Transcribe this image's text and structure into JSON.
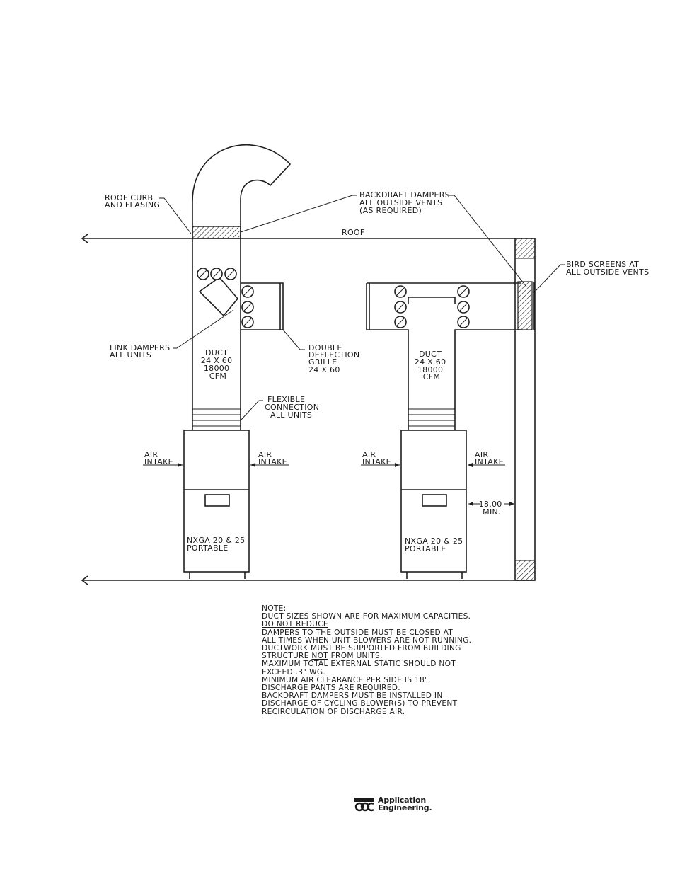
{
  "labels": {
    "roof_curb_1": "ROOF CURB",
    "roof_curb_2": "AND FLASING",
    "backdraft_1": "BACKDRAFT DAMPERS",
    "backdraft_2": "ALL OUTSIDE VENTS",
    "backdraft_3": "(AS REQUIRED)",
    "roof": "ROOF",
    "bird_1": "BIRD SCREENS AT",
    "bird_2": "ALL OUTSIDE VENTS",
    "link_1": "LINK DAMPERS",
    "link_2": "ALL UNITS",
    "duct_left_1": "DUCT",
    "duct_left_2": "24 X 60",
    "duct_left_3": "18000",
    "duct_left_4": "CFM",
    "grille_1": "DOUBLE",
    "grille_2": "DEFLECTION",
    "grille_3": "GRILLE",
    "grille_4": "24 X 60",
    "duct_right_1": "DUCT",
    "duct_right_2": "24 X 60",
    "duct_right_3": "18000",
    "duct_right_4": "CFM",
    "flex_1": "FLEXIBLE",
    "flex_2": "CONNECTION",
    "flex_3": "ALL UNITS",
    "air_1": "AIR",
    "intake_1": "INTAKE",
    "air_2": "AIR",
    "intake_2": "INTAKE",
    "air_3": "AIR",
    "intake_3": "INTAKE",
    "air_4": "AIR",
    "intake_4": "INTAKE",
    "clearance_1": "18.00",
    "clearance_2": "MIN.",
    "unit_left_1": "NXGA 20 & 25",
    "unit_left_2": "PORTABLE",
    "unit_right_1": "NXGA 20 & 25",
    "unit_right_2": "PORTABLE"
  },
  "notes": {
    "heading": "NOTE:",
    "line1": "DUCT SIZES SHOWN ARE FOR MAXIMUM CAPACITIES.",
    "line2": "DO NOT REDUCE",
    "line3": "DAMPERS TO THE OUTSIDE MUST BE CLOSED AT",
    "line4": "ALL TIMES WHEN UNIT BLOWERS ARE NOT RUNNING.",
    "line5": "DUCTWORK MUST BE SUPPORTED FROM BUILDING",
    "line6a": "STRUCTURE ",
    "line6b": "NOT",
    "line6c": " FROM UNITS.",
    "line7a": "MAXIMUM ",
    "line7b": "TOTAL",
    "line7c": " EXTERNAL STATIC SHOULD NOT",
    "line8": "EXCEED .3\" WG.",
    "line9": "MINIMUM AIR CLEARANCE PER SIDE IS 18\".",
    "line10": "DISCHARGE PANTS ARE REQUIRED.",
    "line11": "BACKDRAFT DAMPERS MUST BE INSTALLED IN",
    "line12": "DISCHARGE OF CYCLING BLOWER(S) TO PREVENT",
    "line13": "RECIRCULATION OF DISCHARGE AIR."
  },
  "logo": {
    "line1": "Application",
    "line2": "Engineering."
  }
}
